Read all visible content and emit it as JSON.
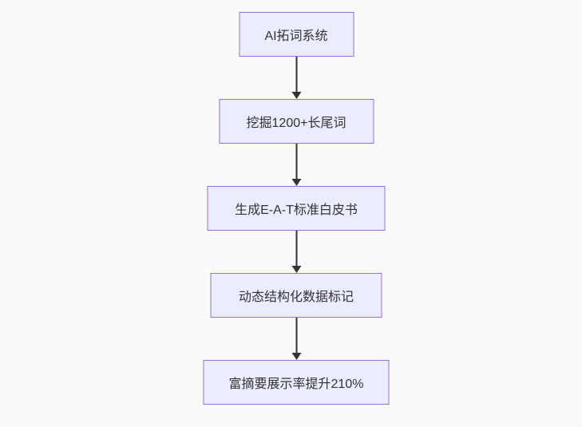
{
  "flowchart": {
    "direction": "top-down",
    "background_color": "#fafafa",
    "node_fill_color": "#ECECFF",
    "node_border_color": "#9370DB",
    "text_color": "#333333",
    "arrow_color": "#333333",
    "nodes": [
      {
        "label": "AI拓词系统"
      },
      {
        "label": "挖掘1200+长尾词"
      },
      {
        "label": "生成E-A-T标准白皮书"
      },
      {
        "label": "动态结构化数据标记"
      },
      {
        "label": "富摘要展示率提升210%"
      }
    ]
  }
}
